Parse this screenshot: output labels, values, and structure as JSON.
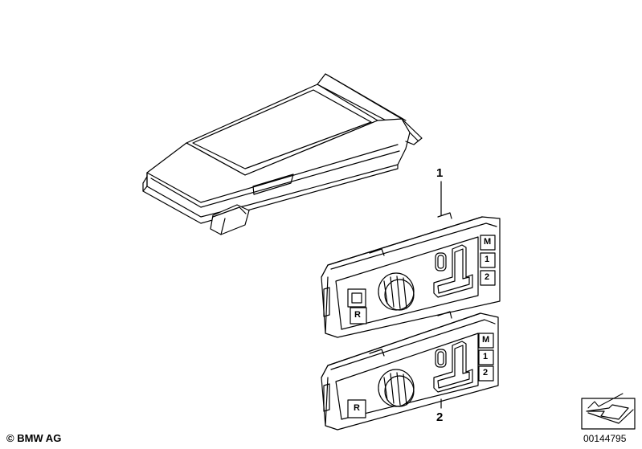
{
  "callouts": {
    "part_1": "1",
    "part_2": "2"
  },
  "button_letters": {
    "memory": "M",
    "preset_1": "1",
    "preset_2": "2",
    "rear": "R"
  },
  "footer": {
    "copyright": "© BMW AG",
    "document_number": "00144795"
  },
  "icons": [
    "armrest-console",
    "seat-adjustment-switch-upper",
    "seat-adjustment-switch-lower",
    "navigation-arrow-icon"
  ]
}
